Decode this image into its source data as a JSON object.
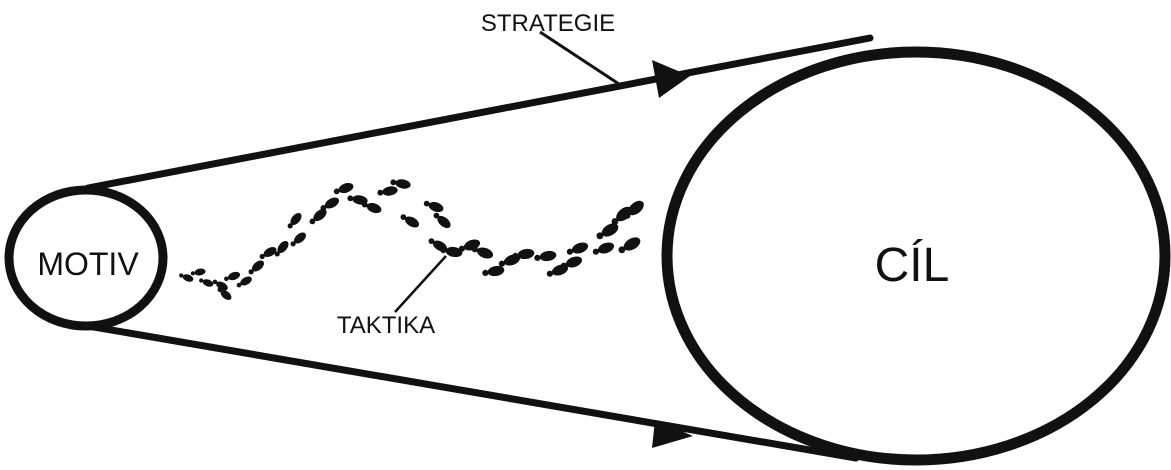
{
  "diagram": {
    "motive_label": "MOTIV",
    "goal_label": "CÍL",
    "strategy_label": "STRATEGIE",
    "tactics_label": "TAKTIKA"
  },
  "colors": {
    "ink": "#111111",
    "background": "#ffffff"
  }
}
